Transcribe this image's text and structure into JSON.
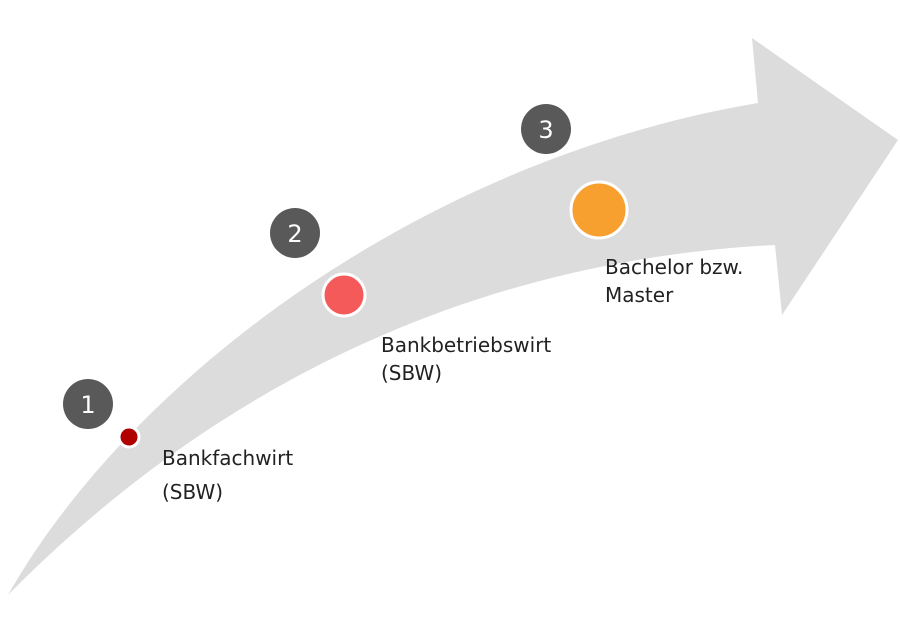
{
  "diagram": {
    "steps": [
      {
        "number": "1",
        "label_line1": "Bankfachwirt",
        "label_line2": "(SBW)",
        "dot_color": "#b00000"
      },
      {
        "number": "2",
        "label_line1": "Bankbetriebswirt",
        "label_line2": "(SBW)",
        "dot_color": "#f55a5a"
      },
      {
        "number": "3",
        "label_line1": "Bachelor bzw.",
        "label_line2": "Master",
        "dot_color": "#f7a030"
      }
    ],
    "colors": {
      "arrow": "#dcdcdc",
      "badge": "#595959",
      "badge_text": "#ffffff"
    }
  }
}
